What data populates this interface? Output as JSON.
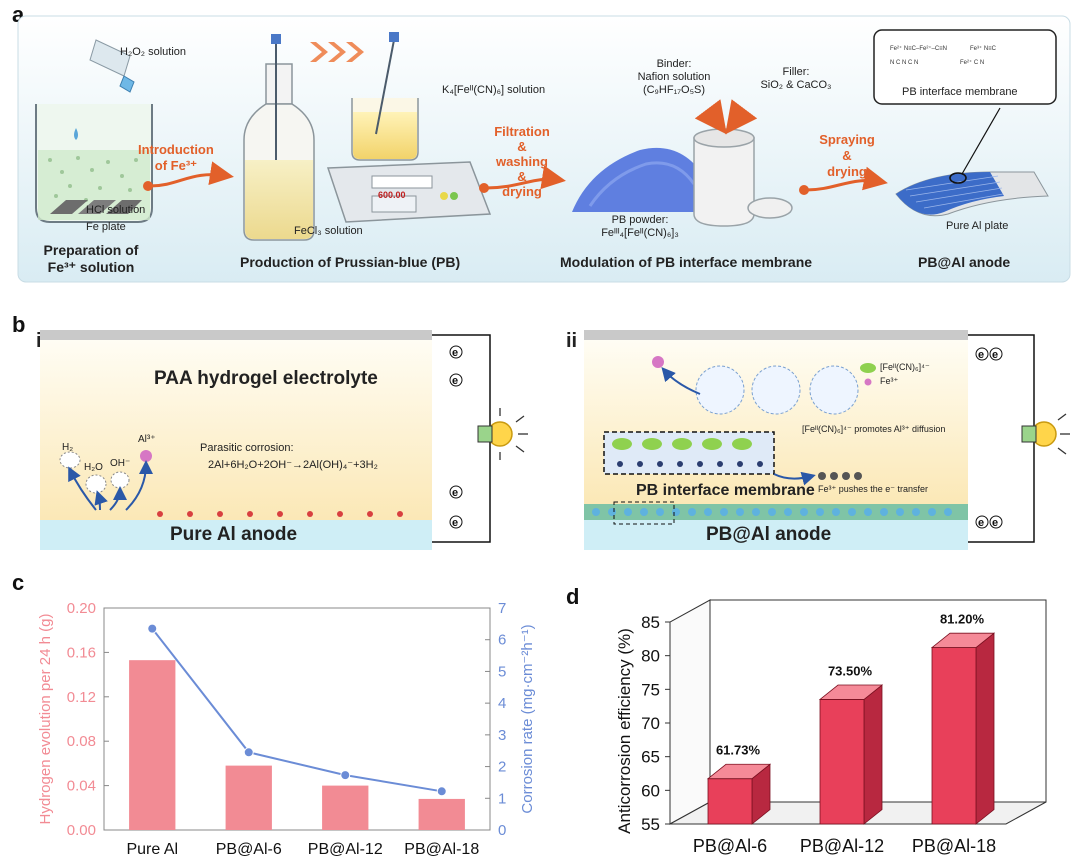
{
  "panel_labels": {
    "a": "a",
    "b": "b",
    "c": "c",
    "d": "d",
    "bi": "i",
    "bii": "ii"
  },
  "panel_a": {
    "h2o2": "H₂O₂ solution",
    "intro": [
      "Introduction",
      "of Fe³⁺"
    ],
    "k4": "K₄[Feᴵᴵ(CN)₆] solution",
    "binder": [
      "Binder:",
      "Nafion solution",
      "(C₉HF₁₇O₅S)"
    ],
    "filler": [
      "Filler:",
      "SiO₂ & CaCO₃"
    ],
    "filtration": [
      "Filtration",
      "&",
      "washing",
      "&",
      "drying"
    ],
    "spraying": [
      "Spraying",
      "&",
      "drying"
    ],
    "hcl": "HCl solution",
    "fe_plate": "Fe plate",
    "fecl3": "FeCl₃ solution",
    "pb_powder": [
      "PB powder:",
      "Feᴵᴵᴵ₄[Feᴵᴵ(CN)₆]₃"
    ],
    "pure_al_plate": "Pure Al plate",
    "membrane_box": "PB interface membrane",
    "balance": "600.00",
    "steps": [
      "Preparation of",
      "Fe³⁺ solution",
      "Production of Prussian-blue (PB)",
      "Modulation of PB interface membrane",
      "PB@Al anode"
    ]
  },
  "panel_b": {
    "i": {
      "electrolyte": "PAA hydrogel electrolyte",
      "anode": "Pure Al anode",
      "h2": "H₂",
      "h2o": "H₂O",
      "oh": "OH⁻",
      "al3": "Al³⁺",
      "corrosion_title": "Parasitic corrosion:",
      "corrosion_eq": "2Al+6H₂O+2OH⁻→2Al(OH)₄⁻+3H₂",
      "e": "e"
    },
    "ii": {
      "legend1": "[Feᴵᴵ(CN)₆]⁴⁻",
      "legend2": "Fe³⁺",
      "promotes": "[Feᴵᴵ(CN)₆]⁴⁻ promotes Al³⁺ diffusion",
      "pushes": "Fe³⁺ pushes the e⁻ transfer",
      "membrane": "PB interface membrane",
      "anode": "PB@Al anode",
      "e": "e"
    }
  },
  "colors": {
    "bar_c": "#f28b94",
    "line_c": "#6b8cd6",
    "bar_d_front": "#e8405a",
    "bar_d_top": "#f58a98",
    "bar_d_side": "#b82840",
    "accent_orange": "#e2602a"
  },
  "chart_data": [
    {
      "type": "bar",
      "panel": "c",
      "categories": [
        "Pure Al",
        "PB@Al-6",
        "PB@Al-12",
        "PB@Al-18"
      ],
      "series": [
        {
          "name": "Hydrogen evolution per 24 h (g)",
          "values": [
            0.153,
            0.058,
            0.04,
            0.028
          ],
          "axis": "left"
        },
        {
          "name": "Corrosion rate (mg·cm⁻²h⁻¹)",
          "values": [
            6.35,
            2.45,
            1.73,
            1.22
          ],
          "axis": "right",
          "type": "line"
        }
      ],
      "ylabel": "Hydrogen evolution per 24 h (g)",
      "ylabel2": "Corrosion rate (mg·cm⁻²h⁻¹)",
      "ylim": [
        0,
        0.2
      ],
      "yticks": [
        "0.00",
        "0.04",
        "0.08",
        "0.12",
        "0.16",
        "0.20"
      ],
      "ylim2": [
        0,
        7
      ],
      "yticks2": [
        "0",
        "1",
        "2",
        "3",
        "4",
        "5",
        "6",
        "7"
      ]
    },
    {
      "type": "bar",
      "panel": "d",
      "categories": [
        "PB@Al-6",
        "PB@Al-12",
        "PB@Al-18"
      ],
      "values": [
        61.73,
        73.5,
        81.2
      ],
      "value_labels": [
        "61.73%",
        "73.50%",
        "81.20%"
      ],
      "ylabel": "Anticorrosion efficiency (%)",
      "ylim": [
        55,
        85
      ],
      "yticks": [
        "55",
        "60",
        "65",
        "70",
        "75",
        "80",
        "85"
      ]
    }
  ]
}
